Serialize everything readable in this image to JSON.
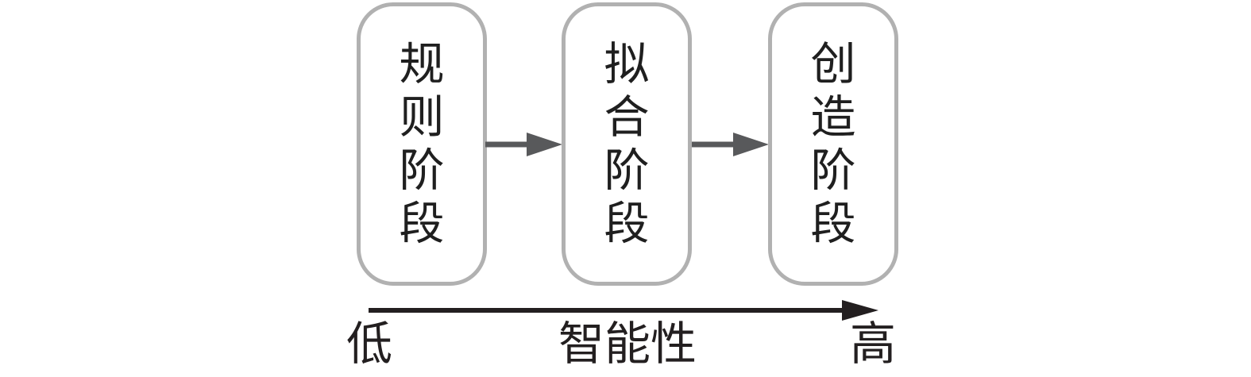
{
  "diagram": {
    "type": "flow-stages",
    "stages": [
      {
        "name": "规则阶段",
        "display": "规\n则\n阶\n段"
      },
      {
        "name": "拟合阶段",
        "display": "拟\n合\n阶\n段"
      },
      {
        "name": "创造阶段",
        "display": "创\n造\n阶\n段"
      }
    ],
    "connectors": [
      {
        "from": "规则阶段",
        "to": "拟合阶段"
      },
      {
        "from": "拟合阶段",
        "to": "创造阶段"
      }
    ],
    "axis": {
      "low_label": "低",
      "title": "智能性",
      "high_label": "高",
      "direction": "left-to-right"
    },
    "colors": {
      "background": "#ffffff",
      "box_border": "#b1b1b1",
      "box_fill": "#ffffff",
      "stage_text": "#1f1f1f",
      "connector_arrow": "#58595b",
      "axis_arrow": "#231f20",
      "axis_text": "#231f20"
    }
  }
}
